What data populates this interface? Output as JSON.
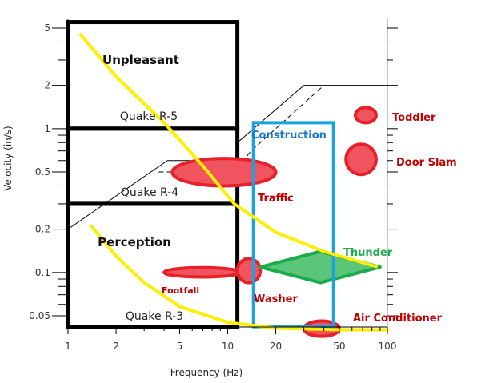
{
  "chart_data": {
    "type": "scatter",
    "title": "",
    "xlabel": "Frequency (Hz)",
    "ylabel": "Velocity (in/s)",
    "xscale": "log",
    "yscale": "log",
    "xlim": [
      1,
      100
    ],
    "ylim": [
      0.04,
      5.5
    ],
    "grid": false,
    "x_tick_labels": [
      "1",
      "2",
      "5",
      "10",
      "20",
      "50",
      "100"
    ],
    "x_ticks": [
      1,
      2,
      5,
      10,
      20,
      50,
      100
    ],
    "y_tick_labels": [
      "0.05",
      "0.1",
      "0.2",
      "0.5",
      "1",
      "2",
      "5"
    ],
    "y_ticks": [
      0.05,
      0.1,
      0.2,
      0.5,
      1,
      2,
      5
    ],
    "zones": [
      {
        "name": "Unpleasant",
        "label": "Unpleasant",
        "sublabel": "Quake R-5",
        "x": [
          1,
          11.5
        ],
        "y": [
          1,
          5.5
        ]
      },
      {
        "name": "Quake R-4",
        "label": "",
        "sublabel": "Quake R-4",
        "x": [
          1,
          11.5
        ],
        "y": [
          0.3,
          1
        ]
      },
      {
        "name": "Perception",
        "label": "Perception",
        "sublabel": "Quake R-3",
        "x": [
          1,
          11.5
        ],
        "y": [
          0.04,
          0.3
        ]
      }
    ],
    "threshold_curves": [
      {
        "name": "upper-threshold",
        "color": "#ffee00",
        "points": [
          [
            1.2,
            4.5
          ],
          [
            2,
            2.3
          ],
          [
            4,
            1.1
          ],
          [
            7,
            0.55
          ],
          [
            11,
            0.3
          ],
          [
            20,
            0.19
          ],
          [
            40,
            0.14
          ],
          [
            85,
            0.11
          ]
        ]
      },
      {
        "name": "lower-threshold",
        "color": "#ffee00",
        "points": [
          [
            1.4,
            0.21
          ],
          [
            2,
            0.13
          ],
          [
            3,
            0.085
          ],
          [
            5,
            0.058
          ],
          [
            10,
            0.045
          ],
          [
            20,
            0.041
          ],
          [
            50,
            0.04
          ],
          [
            100,
            0.04
          ]
        ]
      }
    ],
    "guide_lines": [
      {
        "style": "solid",
        "points": [
          [
            1,
            0.2
          ],
          [
            4.2,
            0.6
          ],
          [
            11.5,
            0.6
          ]
        ]
      },
      {
        "style": "solid",
        "points": [
          [
            11.5,
            0.8
          ],
          [
            30,
            2
          ],
          [
            100,
            2
          ]
        ]
      },
      {
        "style": "dashed",
        "points": [
          [
            3.7,
            0.5
          ],
          [
            11,
            0.5
          ],
          [
            14,
            0.7
          ],
          [
            40,
            2
          ]
        ]
      }
    ],
    "sources": [
      {
        "name": "Toddler",
        "type": "ellipse",
        "freq_range": [
          63,
          85
        ],
        "vel_range": [
          1.1,
          1.4
        ],
        "color": "#f0555f",
        "label_color": "#c00000"
      },
      {
        "name": "Door Slam",
        "type": "ellipse",
        "freq_range": [
          55,
          85
        ],
        "vel_range": [
          0.48,
          0.78
        ],
        "color": "#f0555f",
        "label_color": "#c00000"
      },
      {
        "name": "Traffic",
        "type": "ellipse",
        "freq_range": [
          4.5,
          20
        ],
        "vel_range": [
          0.4,
          0.62
        ],
        "color": "#f0555f",
        "label_color": "#c00000"
      },
      {
        "name": "Footfall",
        "type": "ellipse",
        "freq_range": [
          4,
          12
        ],
        "vel_range": [
          0.093,
          0.108
        ],
        "color": "#f0555f",
        "label_color": "#c00000"
      },
      {
        "name": "Washer",
        "type": "ellipse",
        "freq_range": [
          11.5,
          16
        ],
        "vel_range": [
          0.085,
          0.125
        ],
        "color": "#f0555f",
        "label_color": "#c00000"
      },
      {
        "name": "Air Conditioner",
        "type": "ellipse",
        "freq_range": [
          30,
          50
        ],
        "vel_range": [
          0.036,
          0.046
        ],
        "color": "#f0555f",
        "label_color": "#c00000"
      },
      {
        "name": "Thunder",
        "type": "diamond",
        "freq_range": [
          16,
          90
        ],
        "vel_range": [
          0.085,
          0.14
        ],
        "peak_freq": 38,
        "color": "#5bc579",
        "label_color": "#1aab4b"
      },
      {
        "name": "Construction",
        "type": "rectangle",
        "freq_range": [
          14.5,
          46
        ],
        "vel_range": [
          0.042,
          1.1
        ],
        "color": "#1aa3e0",
        "label_color": "#1a7acc"
      }
    ]
  }
}
